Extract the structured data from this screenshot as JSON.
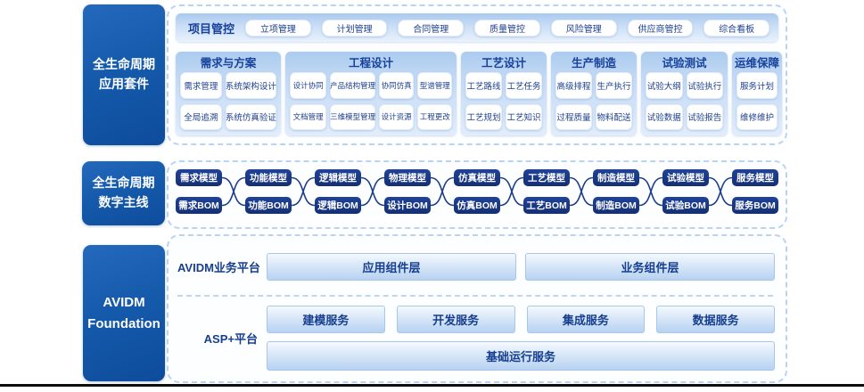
{
  "suite": {
    "title_line1": "全生命周期",
    "title_line2": "应用套件",
    "project_bar": {
      "label": "项目管控",
      "buttons": [
        "立项管理",
        "计划管理",
        "合同管理",
        "质量管控",
        "风险管理",
        "供应商管控",
        "综合看板"
      ]
    },
    "panels": [
      {
        "header": "需求与方案",
        "rows": [
          [
            "需求管理",
            "系统架构设计"
          ],
          [
            "全局追溯",
            "系统仿真验证"
          ]
        ]
      },
      {
        "header": "工程设计",
        "rows": [
          [
            "设计协同",
            "产品结构管理",
            "协同仿真",
            "型谱管理"
          ],
          [
            "文档管理",
            "三维模型管理",
            "设计资源",
            "工程更改"
          ]
        ]
      },
      {
        "header": "工艺设计",
        "rows": [
          [
            "工艺路线",
            "工艺任务"
          ],
          [
            "工艺规划",
            "工艺知识"
          ]
        ]
      },
      {
        "header": "生产制造",
        "rows": [
          [
            "高级排程",
            "生产执行"
          ],
          [
            "过程质量",
            "物料配送"
          ]
        ]
      },
      {
        "header": "试验测试",
        "rows": [
          [
            "试验大纲",
            "试验执行"
          ],
          [
            "试验数据",
            "试验报告"
          ]
        ]
      },
      {
        "header": "运维保障",
        "rows": [
          [
            "服务计划"
          ],
          [
            "维修维护"
          ]
        ]
      }
    ]
  },
  "thread": {
    "title_line1": "全生命周期",
    "title_line2": "数字主线",
    "pairs": [
      {
        "model": "需求模型",
        "bom": "需求BOM"
      },
      {
        "model": "功能模型",
        "bom": "功能BOM"
      },
      {
        "model": "逻辑模型",
        "bom": "逻辑BOM"
      },
      {
        "model": "物理模型",
        "bom": "设计BOM"
      },
      {
        "model": "仿真模型",
        "bom": "仿真BOM"
      },
      {
        "model": "工艺模型",
        "bom": "工艺BOM"
      },
      {
        "model": "制造模型",
        "bom": "制造BOM"
      },
      {
        "model": "试验模型",
        "bom": "试验BOM"
      },
      {
        "model": "服务模型",
        "bom": "服务BOM"
      }
    ]
  },
  "foundation": {
    "title_line1": "AVIDM",
    "title_line2": "Foundation",
    "business_row": {
      "label": "AVIDM业务平台",
      "bars": [
        "应用组件层",
        "业务组件层"
      ]
    },
    "asp_row": {
      "label": "ASP+平台",
      "bars": [
        "建模服务",
        "开发服务",
        "集成服务",
        "数据服务"
      ],
      "base_bar": "基础运行服务"
    }
  },
  "colors": {
    "dark_blue": "#1559a8",
    "navy_chip": "#1a3a8a",
    "panel_blue": "#b9d3f1",
    "text_navy": "#17419a"
  }
}
